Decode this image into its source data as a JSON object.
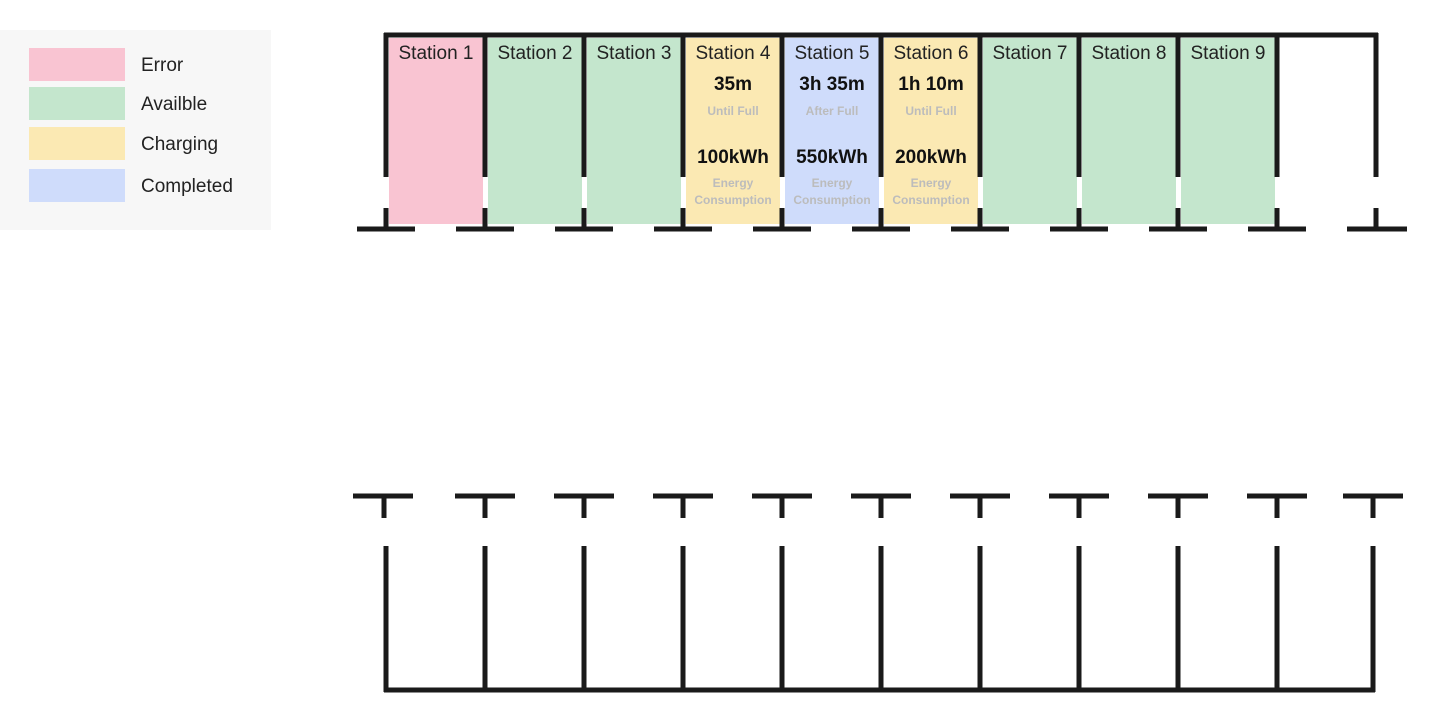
{
  "legend": [
    {
      "label": "Error",
      "color": "#f9c4d2"
    },
    {
      "label": "Availble",
      "color": "#c4e6cd"
    },
    {
      "label": "Charging",
      "color": "#fbe9b3"
    },
    {
      "label": "Completed",
      "color": "#cfdcfb"
    }
  ],
  "stations": [
    {
      "name": "Station 1",
      "status": "error",
      "color": "#f9c4d2"
    },
    {
      "name": "Station 2",
      "status": "available",
      "color": "#c4e6cd"
    },
    {
      "name": "Station 3",
      "status": "available",
      "color": "#c4e6cd"
    },
    {
      "name": "Station 4",
      "status": "charging",
      "color": "#fbe9b3",
      "time": "35m",
      "time_label": "Until Full",
      "energy": "100kWh",
      "energy_label": "Energy Consumption"
    },
    {
      "name": "Station 5",
      "status": "completed",
      "color": "#cfdcfb",
      "time": "3h 35m",
      "time_label": "After Full",
      "energy": "550kWh",
      "energy_label": "Energy Consumption"
    },
    {
      "name": "Station 6",
      "status": "charging",
      "color": "#fbe9b3",
      "time": "1h 10m",
      "time_label": "Until Full",
      "energy": "200kWh",
      "energy_label": "Energy Consumption"
    },
    {
      "name": "Station 7",
      "status": "available",
      "color": "#c4e6cd"
    },
    {
      "name": "Station 8",
      "status": "available",
      "color": "#c4e6cd"
    },
    {
      "name": "Station 9",
      "status": "available",
      "color": "#c4e6cd"
    }
  ]
}
